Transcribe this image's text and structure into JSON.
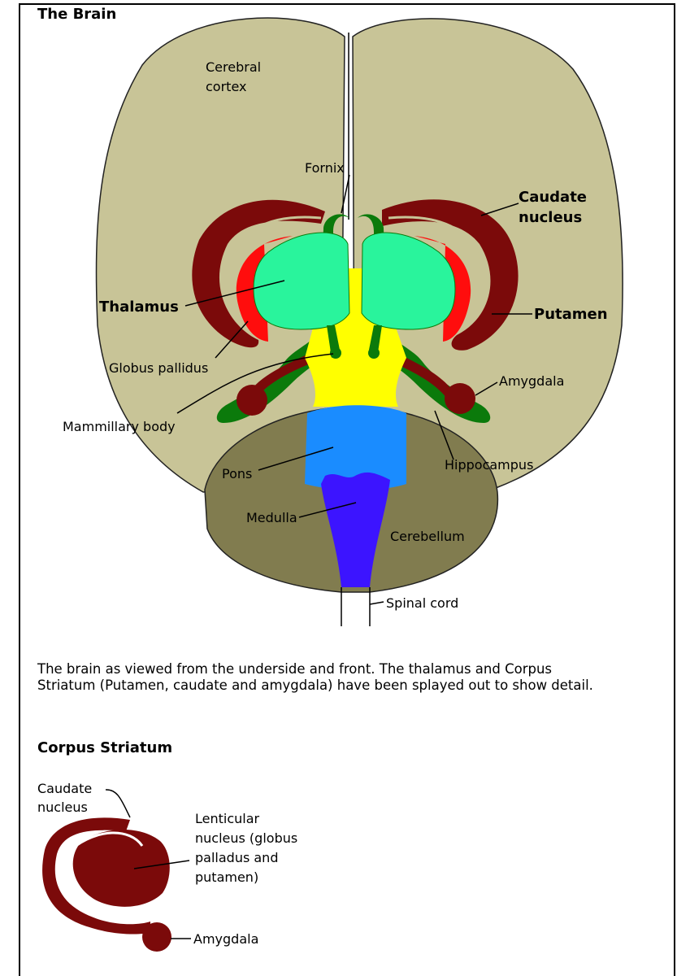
{
  "sections": {
    "brain_title": "The Brain",
    "corpus_title": "Corpus Striatum"
  },
  "brain_labels": {
    "cerebral_cortex_line1": "Cerebral",
    "cerebral_cortex_line2": "cortex",
    "fornix": "Fornix",
    "caudate_line1": "Caudate",
    "caudate_line2": "nucleus",
    "thalamus": "Thalamus",
    "putamen": "Putamen",
    "globus_pallidus": "Globus pallidus",
    "amygdala": "Amygdala",
    "mammillary_body": "Mammillary body",
    "pons": "Pons",
    "hippocampus": "Hippocampus",
    "medulla": "Medulla",
    "cerebellum": "Cerebellum",
    "spinal_cord": "Spinal cord"
  },
  "caption": "The brain as viewed from the underside and front.  The thalamus and Corpus Striatum (Putamen, caudate and amygdala) have been splayed out to show detail.",
  "corpus_labels": {
    "caudate_line1": "Caudate",
    "caudate_line2": "nucleus",
    "lenticular_line1": "Lenticular",
    "lenticular_line2": "nucleus (globus",
    "lenticular_line3": "palladus and",
    "lenticular_line4": "putamen)",
    "amygdala": "Amygdala"
  },
  "colors": {
    "cerebrum": "#c8c497",
    "cerebellum": "#817c4f",
    "caudate_putamen": "#7b0a0a",
    "globus_pallidus": "#ff0d0d",
    "thalamus": "#29f49c",
    "fornix_hippocampus": "#0b7a0b",
    "midbrain": "#ffff00",
    "pons": "#1a8cff",
    "medulla": "#3c14ff"
  }
}
